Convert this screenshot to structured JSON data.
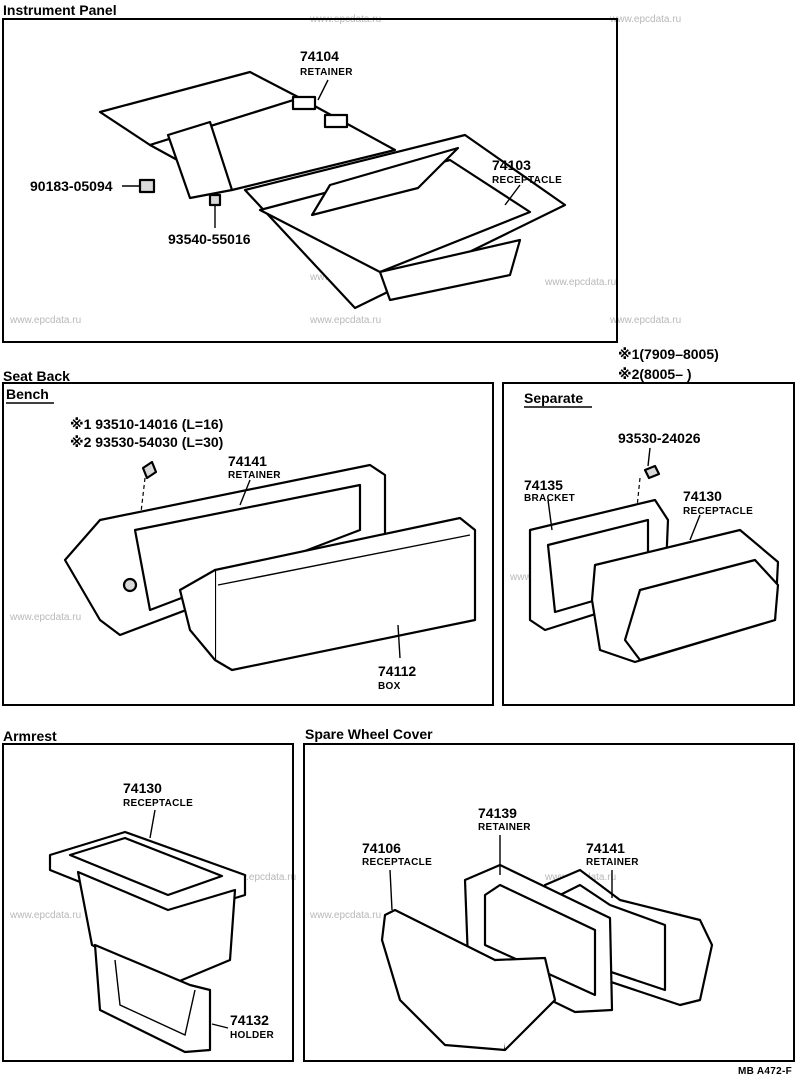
{
  "sections": {
    "instrument_panel": {
      "title": "Instrument Panel",
      "parts": [
        {
          "number": "74104",
          "name": "RETAINER"
        },
        {
          "number": "74103",
          "name": "RECEPTACLE"
        },
        {
          "number": "90183-05094",
          "name": ""
        },
        {
          "number": "93540-55016",
          "name": ""
        }
      ]
    },
    "seat_back": {
      "title": "Seat Back",
      "notes": [
        "※1(7909–8005)",
        "※2(8005–      )"
      ],
      "bench": {
        "title": "Bench",
        "screw_notes": [
          "※1 93510-14016 (L=16)",
          "※2 93530-54030 (L=30)"
        ],
        "parts": [
          {
            "number": "74141",
            "name": "RETAINER"
          },
          {
            "number": "74112",
            "name": "BOX"
          }
        ]
      },
      "separate": {
        "title": "Separate",
        "parts": [
          {
            "number": "93530-24026",
            "name": ""
          },
          {
            "number": "74135",
            "name": "BRACKET"
          },
          {
            "number": "74130",
            "name": "RECEPTACLE"
          }
        ]
      }
    },
    "armrest": {
      "title": "Armrest",
      "parts": [
        {
          "number": "74130",
          "name": "RECEPTACLE"
        },
        {
          "number": "74132",
          "name": "HOLDER"
        }
      ]
    },
    "spare_wheel_cover": {
      "title": "Spare Wheel Cover",
      "parts": [
        {
          "number": "74139",
          "name": "RETAINER"
        },
        {
          "number": "74106",
          "name": "RECEPTACLE"
        },
        {
          "number": "74141",
          "name": "RETAINER"
        }
      ]
    }
  },
  "watermark": "www.epcdata.ru",
  "footer_code": "MB  A472-F"
}
